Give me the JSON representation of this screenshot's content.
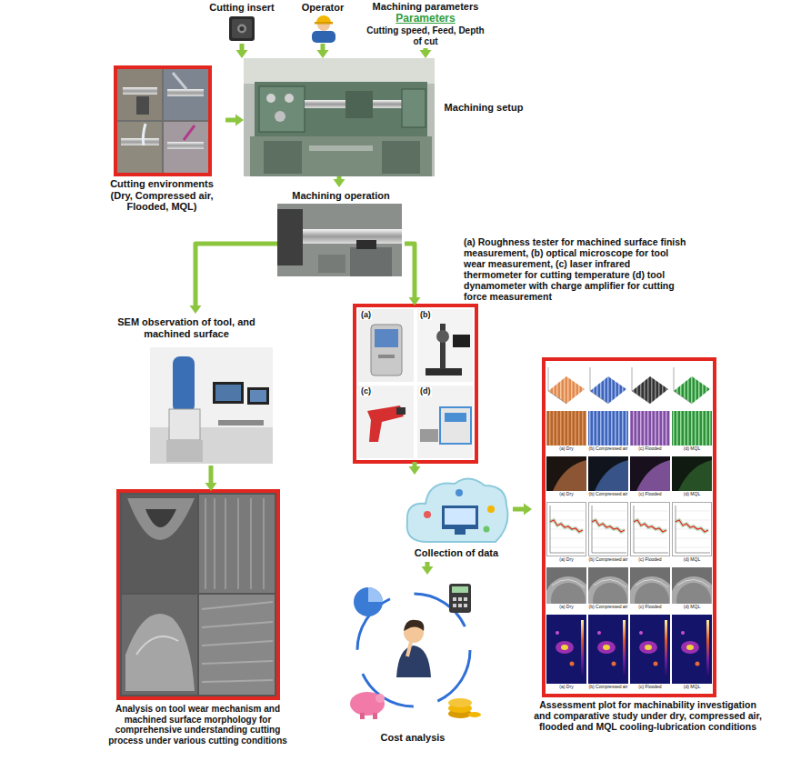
{
  "diagram": {
    "nodes": [
      {
        "text": [
          "Cutting insert"
        ]
      },
      {
        "text": [
          "Operator"
        ]
      },
      {
        "text": [
          "Machining parameters",
          "Parameters",
          "Cutting speed, Feed, Depth of cut"
        ]
      },
      {
        "text": [
          "Machining setup"
        ]
      },
      {
        "text": [
          "Cutting environments (Dry, Compressed air, Flooded, MQL)"
        ]
      },
      {
        "text": [
          "Machining operation"
        ]
      },
      {
        "text": [
          "SEM observation of tool, and machined surface"
        ]
      },
      {
        "text": [
          "(a) Roughness tester for machined surface finish measurement, (b) optical microscope for tool wear measurement, (c) laser infrared thermometer for cutting temperature (d) tool dynamometer with charge amplifier for cutting force measurement"
        ]
      },
      {
        "text": [
          "Analysis on tool wear mechanism and machined surface morphology for comprehensive understanding cutting process under various cutting conditions"
        ]
      },
      {
        "text": [
          "Collection of data"
        ]
      },
      {
        "text": [
          "Cost analysis"
        ]
      },
      {
        "text": [
          "Assessment plot for machinability investigation and comparative study under dry, compressed air, flooded and MQL cooling-lubrication conditions"
        ]
      }
    ],
    "edges": [
      {
        "from": 0,
        "to": 3,
        "arrow": "to"
      },
      {
        "from": 1,
        "to": 3,
        "arrow": "to"
      },
      {
        "from": 2,
        "to": 3,
        "arrow": "to"
      },
      {
        "from": 4,
        "to": 3,
        "arrow": "to"
      },
      {
        "from": 3,
        "to": 5,
        "arrow": "to"
      },
      {
        "from": 5,
        "to": 6,
        "arrow": "to"
      },
      {
        "from": 5,
        "to": 7,
        "arrow": "to"
      },
      {
        "from": 6,
        "to": 8,
        "arrow": "to"
      },
      {
        "from": 7,
        "to": 9,
        "arrow": "to"
      },
      {
        "from": 9,
        "to": 10,
        "arrow": "to"
      },
      {
        "from": 9,
        "to": 11,
        "arrow": "to"
      }
    ],
    "labels": [
      "(a)",
      "(b)",
      "(c)",
      "(d)",
      "(a) Dry",
      "(b) Compressed air",
      "(c) Flooded",
      "(d) MQL",
      "(a) Dry",
      "(b) Compressed air",
      "(c) Flooded",
      "(d) MQL",
      "(a) Dry",
      "(b) Compressed air",
      "(c) Flooded",
      "(d) MQL",
      "(a) Dry",
      "(b) Compressed air",
      "(c) Flooded",
      "(d) MQL",
      "(a) Dry",
      "(b) Compressed air",
      "(c) Flooded",
      "(d) MQL"
    ]
  }
}
